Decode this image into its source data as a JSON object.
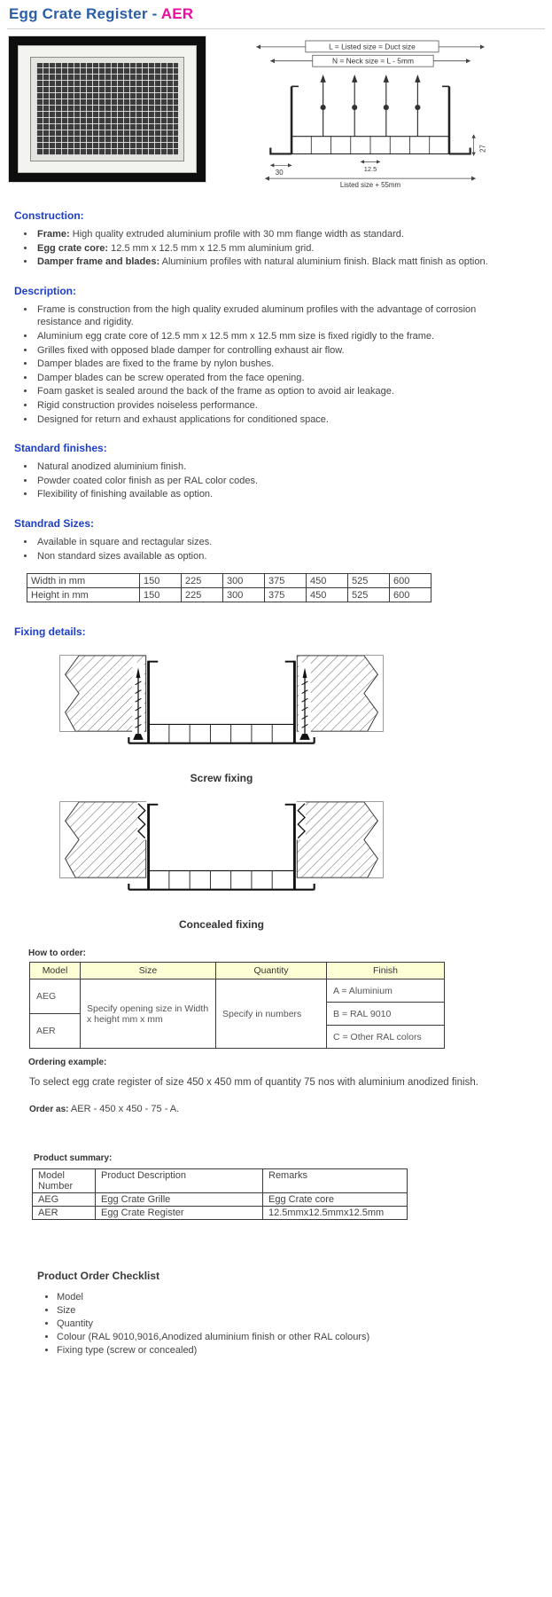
{
  "page": {
    "title_main": "Egg Crate Register - ",
    "title_code": "AER"
  },
  "diagram": {
    "label_l": "L = Listed size = Duct size",
    "label_n": "N = Neck size = L - 5mm",
    "dim_30": "30",
    "dim_125": "12.5",
    "dim_27": "27",
    "dim_listed": "Listed size + 55mm"
  },
  "sections": {
    "construction": {
      "heading": "Construction:",
      "items": [
        {
          "b": "Frame:",
          "t": " High quality extruded aluminium profile with 30 mm flange width as standard."
        },
        {
          "b": "Egg crate core:",
          "t": " 12.5 mm x 12.5 mm x 12.5 mm aluminium grid."
        },
        {
          "b": "Damper frame and blades:",
          "t": " Aluminium profiles with natural aluminium finish. Black matt finish as option."
        }
      ]
    },
    "description": {
      "heading": "Description:",
      "items": [
        "Frame is construction from the high quality exruded aluminum profiles with the advantage of corrosion resistance and rigidity.",
        "Aluminium egg crate core of 12.5 mm x 12.5 mm x 12.5 mm size is fixed rigidly to the frame.",
        "Grilles fixed with opposed blade damper for controlling exhaust air flow.",
        "Damper blades are fixed to the frame by nylon bushes.",
        "Damper blades can be screw operated from the face opening.",
        "Foam gasket is sealed around the back of the frame as option to avoid air leakage.",
        "Rigid construction provides noiseless performance.",
        "Designed for return and exhaust applications for conditioned space."
      ]
    },
    "finishes": {
      "heading": "Standard finishes:",
      "items": [
        "Natural anodized aluminium finish.",
        "Powder coated color finish as per RAL color codes.",
        "Flexibility of finishing available as option."
      ]
    },
    "sizes": {
      "heading": "Standrad Sizes:",
      "items": [
        "Available in square and rectagular sizes.",
        "Non standard sizes available as option."
      ]
    },
    "fixing": {
      "heading": "Fixing details:",
      "screw_caption": "Screw fixing",
      "concealed_caption": "Concealed fixing"
    }
  },
  "sizes_table": {
    "rows": [
      {
        "label": "Width in mm",
        "values": [
          "150",
          "225",
          "300",
          "375",
          "450",
          "525",
          "600"
        ]
      },
      {
        "label": "Height in mm",
        "values": [
          "150",
          "225",
          "300",
          "375",
          "450",
          "525",
          "600"
        ]
      }
    ]
  },
  "how_to_order": {
    "heading": "How to order:",
    "headers": [
      "Model",
      "Size",
      "Quantity",
      "Finish"
    ],
    "models": [
      "AEG",
      "AER"
    ],
    "size_text": "Specify opening size in Width x height mm x mm",
    "quantity_text": "Specify in numbers",
    "finishes": [
      "A =  Aluminium",
      "B = RAL 9010",
      "C = Other RAL colors"
    ]
  },
  "ordering": {
    "example_label": "Ordering example:",
    "example_text": "To select egg crate register of size 450 x 450 mm of quantity 75 nos with aluminium anodized finish.",
    "order_as_label": "Order as:",
    "order_as_value": " AER - 450 x 450 - 75 - A."
  },
  "product_summary": {
    "heading": "Product summary:",
    "headers": [
      "Model Number",
      "Product Description",
      "Remarks"
    ],
    "rows": [
      [
        "AEG",
        "Egg Crate Grille",
        "Egg Crate core"
      ],
      [
        "AER",
        "Egg Crate Register",
        "12.5mmx12.5mmx12.5mm"
      ]
    ]
  },
  "checklist": {
    "heading": "Product Order Checklist",
    "items": [
      "Model",
      "Size",
      "Quantity",
      "Colour (RAL 9010,9016,Anodized aluminium finish or other RAL colours)",
      "Fixing type (screw or concealed)"
    ]
  },
  "colors": {
    "heading_blue": "#1c3ec9",
    "title_blue": "#2b5ea7",
    "code_pink": "#ed0e9d",
    "table_header_bg": "#ffffd6"
  }
}
